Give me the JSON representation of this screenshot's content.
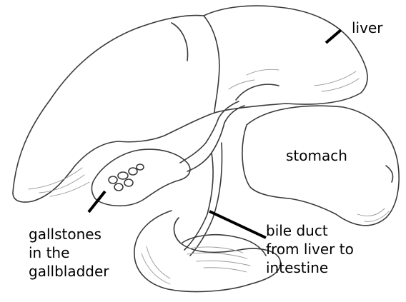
{
  "labels": {
    "liver": "liver",
    "stomach": "stomach",
    "gallstones": [
      "gallstones",
      "in the",
      "gallbladder"
    ],
    "bile_duct": [
      "bile duct",
      "from liver to",
      "intestine"
    ]
  },
  "colors": {
    "ink": "#000000",
    "outline": "#3a3a3a",
    "background": "#ffffff"
  }
}
